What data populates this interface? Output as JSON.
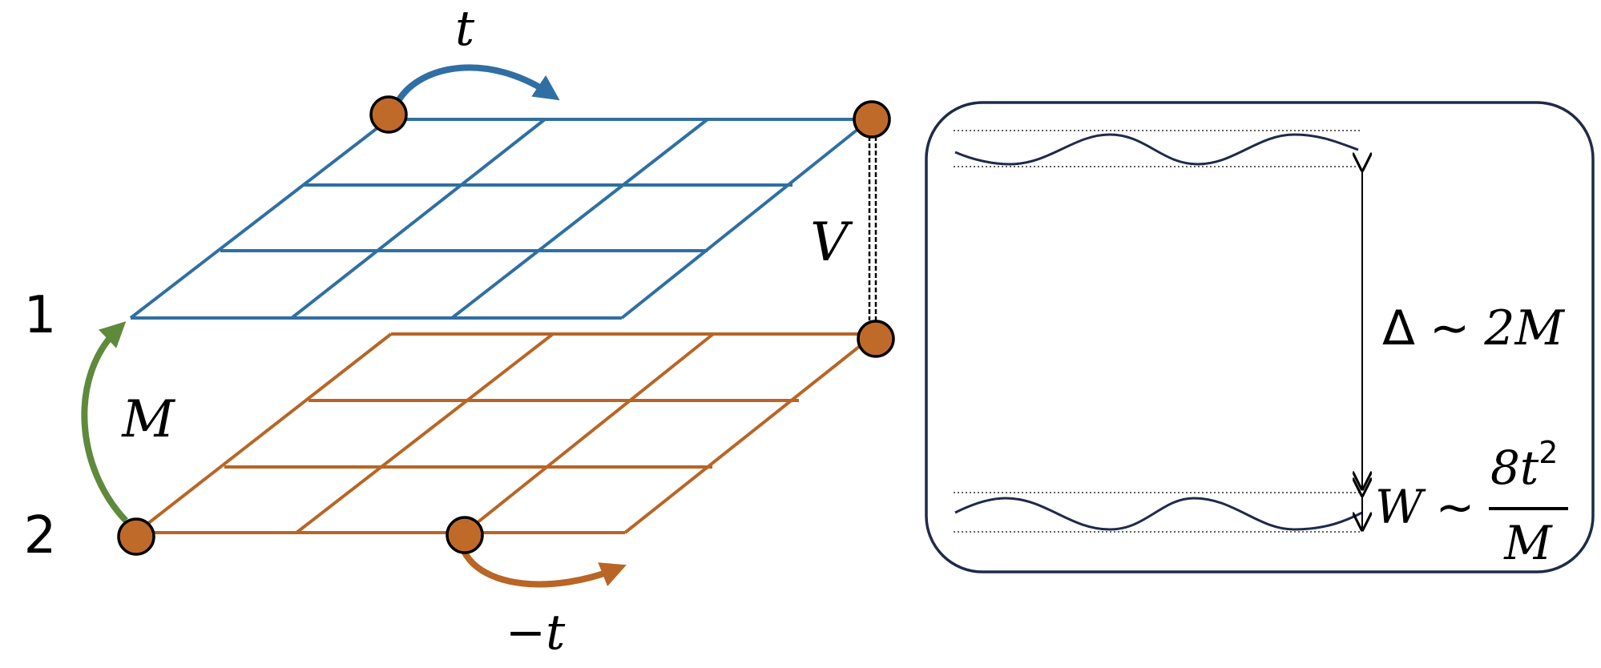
{
  "layer_labels": {
    "top": "1",
    "bottom": "2"
  },
  "hop_top": "t",
  "hop_bottom": "−t",
  "interlayer": "V",
  "mass": "M",
  "gap": {
    "symbol": "Δ",
    "approx": "∼",
    "value": "2M"
  },
  "bandwidth": {
    "symbol": "W",
    "approx": "∼",
    "numerator": "8t",
    "exponent": "2",
    "denominator": "M"
  },
  "colors": {
    "top_lattice": "#2f6fa3",
    "bottom_lattice": "#b86525",
    "node_fill": "#c06a2a",
    "mass_arrow": "#5f8a3c",
    "band_line": "#1f2a4a",
    "panel_border": "#1f2a4a"
  }
}
